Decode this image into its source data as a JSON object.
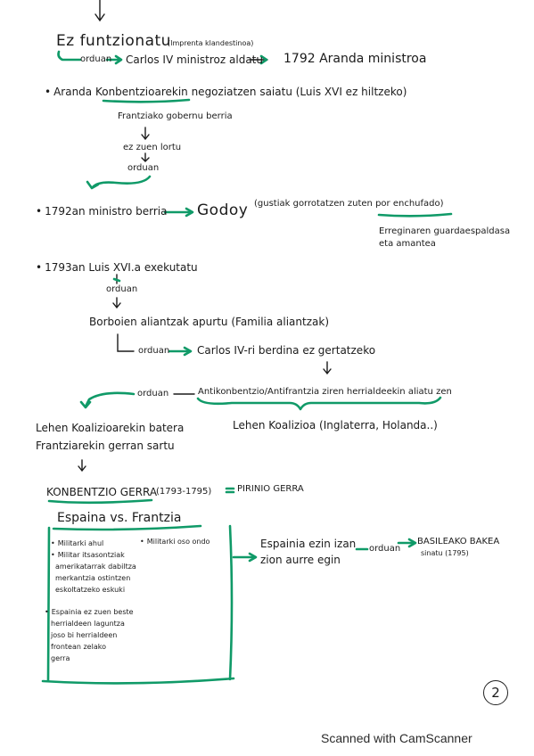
{
  "notes": {
    "line1": "Ez funtzionatu",
    "line1_paren": "(Imprenta klandestinoa)",
    "orduan1": "orduan",
    "line2a": "Carlos IV ministroz aldatu",
    "line2b": "1792 Aranda ministroa",
    "aranda": "Aranda Konbentzioarekin negoziatzen saiatu (Luis XVI ez hiltzeko)",
    "frantzia_gob": "Frantziako gobernu berria",
    "ez_zuen": "ez zuen lortu",
    "orduan2": "orduan",
    "b1792_a": "1792an ministro berria",
    "godoy": "Godoy",
    "godoy_paren": "(gustiak gorrotatzen zuten por enchufado)",
    "erregina1": "Erreginaren guardaespaldasa",
    "erregina2": "eta amantea",
    "b1793": "1793an Luis XVI.a exekutatu",
    "orduan3": "orduan",
    "borboi": "Borboien aliantzak apurtu (Familia aliantzak)",
    "orduan4": "orduan",
    "carlos_berdina": "Carlos IV-ri berdina ez gertatzeko",
    "orduan5": "orduan",
    "antikonb": "Antikonbentzio/Antifrantzia ziren herrialdeekin aliatu zen",
    "lehen_bat": "Lehen Koalizioarekin batera",
    "frantzia_gerra": "Frantziarekin gerran sartu",
    "lehen_koal": "Lehen Koalizioa (Inglaterra, Holanda..)",
    "konb_gerra": "KONBENTZIO GERRA",
    "konb_years": "(1793-1795)",
    "pirinio": "PIRINIO GERRA",
    "espaina_vs": "Espaina vs. Frantzia",
    "left_b1": "Militarki ahul",
    "left_b2": [
      "Militar itsasontziak",
      "amerikatarrak dabiltza",
      "merkantzia ostintzen",
      "eskoltatzeko eskuki"
    ],
    "left_b3": [
      "Espainia ez zuen beste",
      "herrialdeen laguntza",
      "joso bi herrialdeen",
      "frontean zelako",
      "gerra"
    ],
    "right_b1": "Militarki oso ondo",
    "espainia_ezin1": "Espainia ezin izan",
    "espainia_ezin2": "zion aurre egin",
    "orduan6": "orduan",
    "basilea1": "BASILEAKO BAKEA",
    "basilea2": "sinatu (1795)",
    "page_number": "2",
    "footer": "Scanned with CamScanner",
    "colors": {
      "ink": "#1b1b1b",
      "highlight": "#109a68"
    }
  }
}
